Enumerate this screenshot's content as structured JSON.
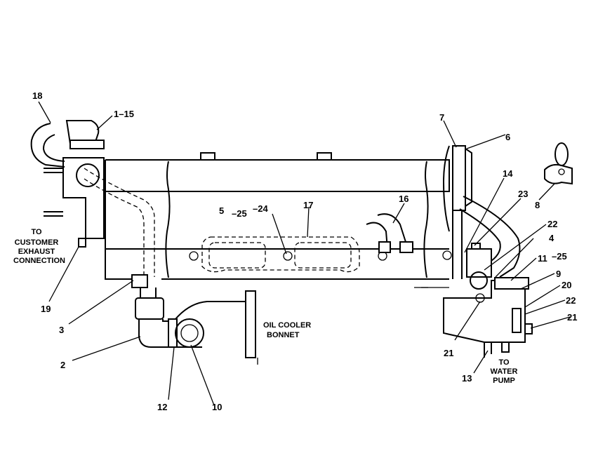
{
  "callouts": {
    "c1_15": "1–15",
    "c2": "2",
    "c3": "3",
    "c4": "4",
    "c5": "5",
    "c5b": "–25",
    "c6": "6",
    "c7": "7",
    "c8": "8",
    "c9": "9",
    "c10": "10",
    "c11": "11",
    "c11b": "–25",
    "c12": "12",
    "c13": "13",
    "c14": "14",
    "c16": "16",
    "c17": "17",
    "c18": "18",
    "c19": "19",
    "c20": "20",
    "c21a": "21",
    "c21b": "21",
    "c22a": "22",
    "c22b": "22",
    "c23": "23",
    "c24": "–24"
  },
  "notes": {
    "customer_line1": "TO",
    "customer_line2": "CUSTOMER",
    "customer_line3": "EXHAUST",
    "customer_line4": "CONNECTION",
    "oil_line1": "OIL COOLER",
    "oil_line2": "BONNET",
    "water_line1": "TO",
    "water_line2": "WATER",
    "water_line3": "PUMP"
  }
}
